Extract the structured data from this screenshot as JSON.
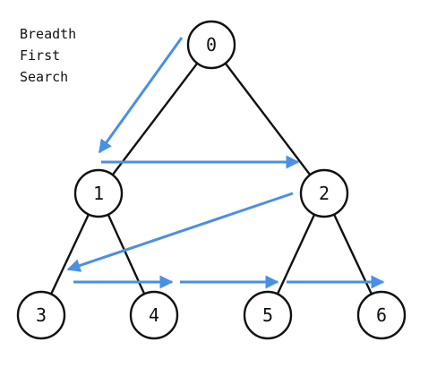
{
  "title": {
    "lines": [
      "Breadth",
      "First",
      "Search"
    ]
  },
  "nodes": [
    {
      "id": "0",
      "label": "0"
    },
    {
      "id": "1",
      "label": "1"
    },
    {
      "id": "2",
      "label": "2"
    },
    {
      "id": "3",
      "label": "3"
    },
    {
      "id": "4",
      "label": "4"
    },
    {
      "id": "5",
      "label": "5"
    },
    {
      "id": "6",
      "label": "6"
    }
  ],
  "edges": [
    {
      "from": "0",
      "to": "1"
    },
    {
      "from": "0",
      "to": "2"
    },
    {
      "from": "1",
      "to": "3"
    },
    {
      "from": "1",
      "to": "4"
    },
    {
      "from": "2",
      "to": "5"
    },
    {
      "from": "2",
      "to": "6"
    }
  ],
  "traversal_arrows": [
    {
      "from": "0",
      "to": "1"
    },
    {
      "from": "1",
      "to": "2"
    },
    {
      "from": "2",
      "to": "3"
    },
    {
      "from": "3",
      "to": "4"
    },
    {
      "from": "4",
      "to": "5"
    },
    {
      "from": "5",
      "to": "6"
    }
  ],
  "colors": {
    "arrow": "#4a90e2",
    "edge": "#111111",
    "node_fill": "#ffffff"
  }
}
